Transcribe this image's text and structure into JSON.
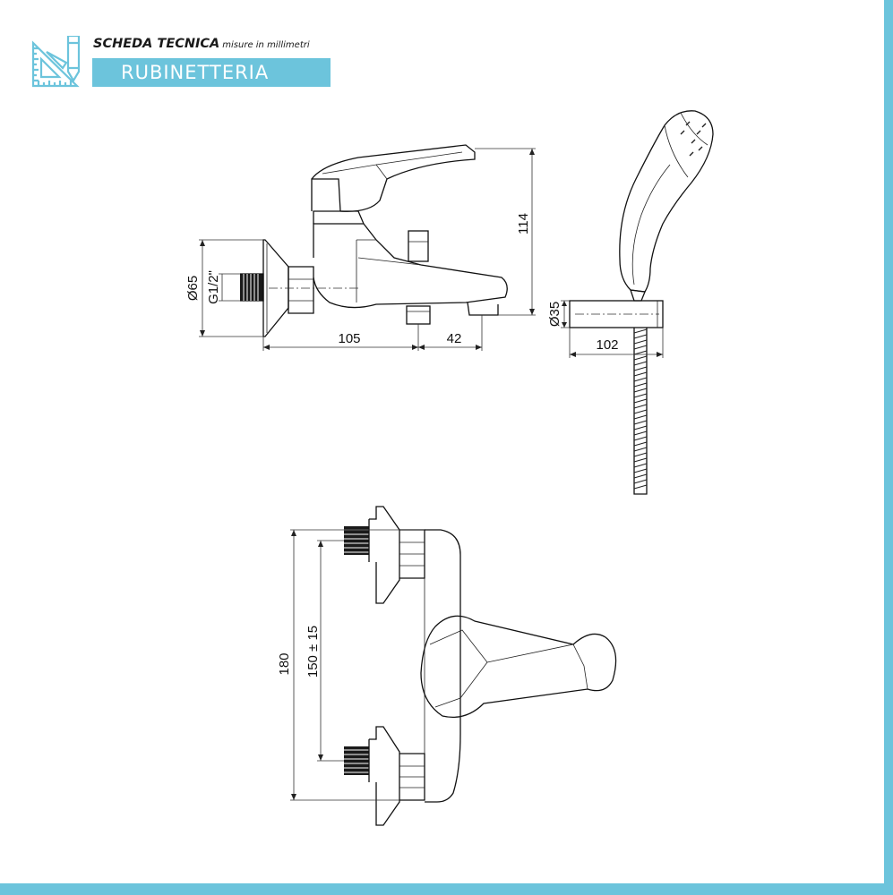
{
  "header": {
    "title": "SCHEDA TECNICA",
    "subtitle": "misure in millimetri",
    "category": "RUBINETTERIA",
    "accent_color": "#6cc4dc",
    "icon": "ruler-pencil-icon"
  },
  "dimensions": {
    "flange_diameter": "Ø65",
    "thread": "G1/2\"",
    "height": "114",
    "wall_to_outlet": "105",
    "outlet_to_spout": "42",
    "holder_diameter": "Ø35",
    "holder_length": "102",
    "total_width": "180",
    "centre_distance": "150 ± 15"
  }
}
